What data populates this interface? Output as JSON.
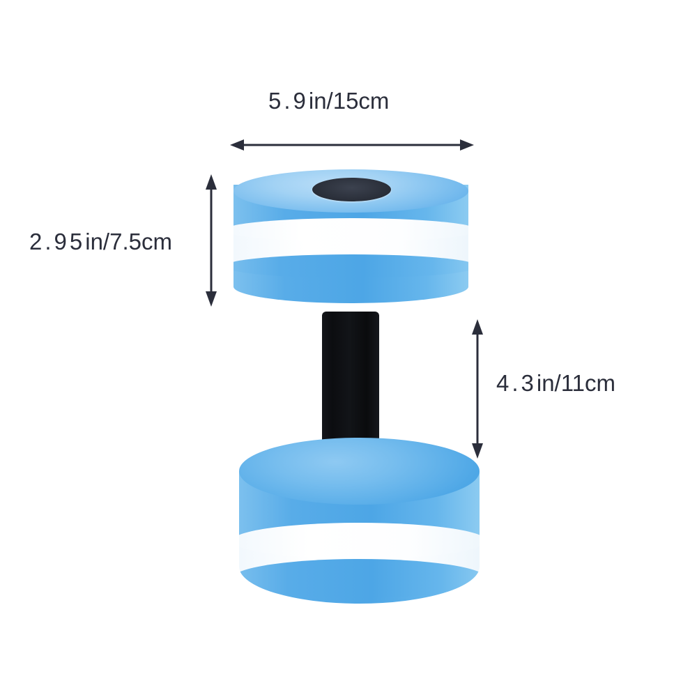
{
  "image": {
    "subject": "aquatic-exercise-foam-dumbbell",
    "background_color": "#ffffff"
  },
  "annotations": {
    "width": {
      "id": "width-dimension",
      "value_in": "5.9in",
      "value_cm": "15cm",
      "text": "5.9in/15cm",
      "num": "5.9",
      "unit": "in/15cm",
      "orientation": "horizontal",
      "measures": "top float diameter"
    },
    "height": {
      "id": "height-dimension",
      "value_in": "2.95in",
      "value_cm": "7.5cm",
      "text": "2.95in/7.5cm",
      "num": "2.95",
      "unit": "in/7.5cm",
      "orientation": "vertical",
      "measures": "float disc thickness"
    },
    "handle": {
      "id": "handle-dimension",
      "value_in": "4.3in",
      "value_cm": "11cm",
      "text": "4.3in/11cm",
      "num": "4.3",
      "unit": "in/11cm",
      "orientation": "vertical",
      "measures": "handle / grip length"
    }
  },
  "product": {
    "name": "foam-aquatic-dumbbell",
    "parts": [
      {
        "name": "top-float",
        "shape": "cylinder",
        "stripes": [
          "blue",
          "white",
          "blue"
        ]
      },
      {
        "name": "handle",
        "shape": "cylinder",
        "color": "#101216"
      },
      {
        "name": "bottom-float",
        "shape": "cylinder",
        "stripes": [
          "blue",
          "white",
          "blue"
        ]
      },
      {
        "name": "bore-hole",
        "shape": "ellipse",
        "color": "#2d323d"
      }
    ]
  },
  "colors": {
    "foam_blue": "#58ace8",
    "foam_blue_light": "#a2d2f4",
    "foam_white": "#ffffff",
    "handle_black": "#101216",
    "hole_dark": "#2d323d",
    "annotation_text": "#2b2e3b",
    "arrow": "#2b2e3b",
    "background": "#ffffff"
  }
}
